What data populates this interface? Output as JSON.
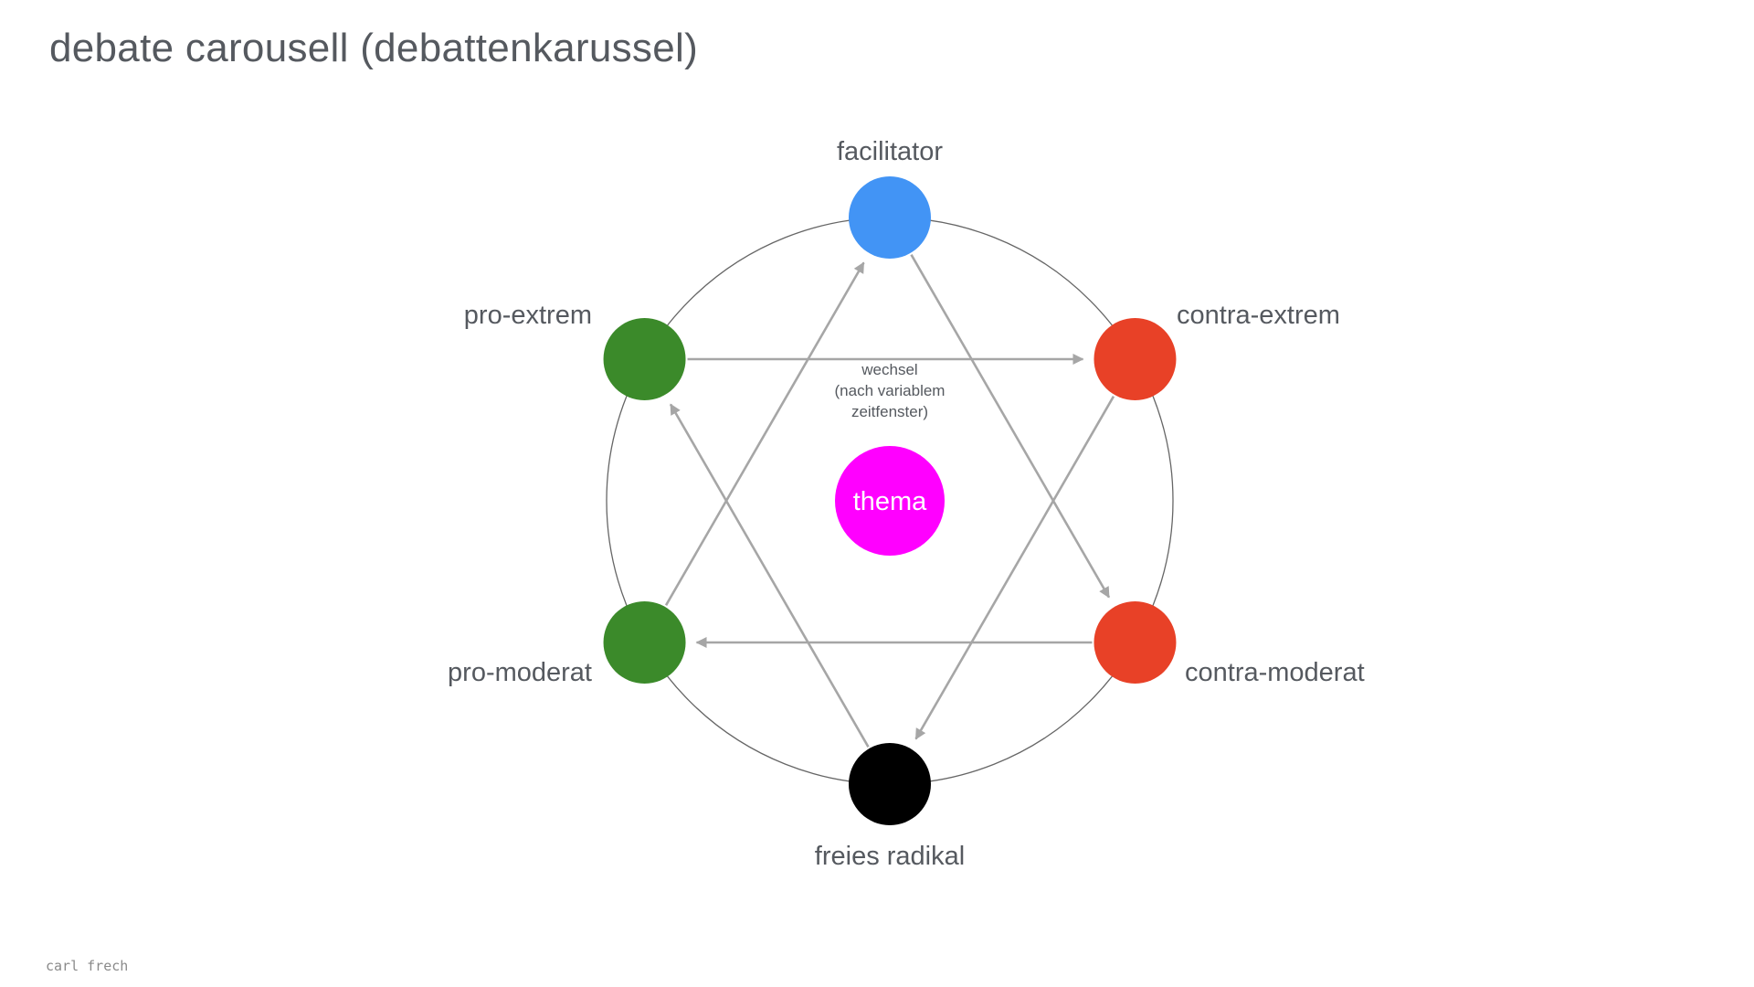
{
  "title": "debate carousell (debattenkarussel)",
  "author": "carl frech",
  "center": {
    "label": "thema",
    "color": "#ff00ff"
  },
  "nodes": [
    {
      "id": "facilitator",
      "label": "facilitator",
      "color": "#4294f5"
    },
    {
      "id": "contra_extrem",
      "label": "contra-extrem",
      "color": "#e84127"
    },
    {
      "id": "contra_moderat",
      "label": "contra-moderat",
      "color": "#e84127"
    },
    {
      "id": "freies_radikal",
      "label": "freies radikal",
      "color": "#000000"
    },
    {
      "id": "pro_moderat",
      "label": "pro-moderat",
      "color": "#3b8a2a"
    },
    {
      "id": "pro_extrem",
      "label": "pro-extrem",
      "color": "#3b8a2a"
    }
  ],
  "annotation": {
    "lines": [
      "wechsel",
      "(nach variablem",
      "zeitfenster)"
    ]
  },
  "edges": [
    {
      "from": "pro_extrem",
      "to": "contra_extrem"
    },
    {
      "from": "facilitator",
      "to": "contra_moderat"
    },
    {
      "from": "contra_extrem",
      "to": "freies_radikal"
    },
    {
      "from": "contra_moderat",
      "to": "pro_moderat"
    },
    {
      "from": "freies_radikal",
      "to": "pro_extrem"
    },
    {
      "from": "pro_moderat",
      "to": "facilitator"
    }
  ],
  "colors": {
    "ring": "#666666",
    "arrow": "#a6a6a6",
    "text": "#55595f"
  }
}
